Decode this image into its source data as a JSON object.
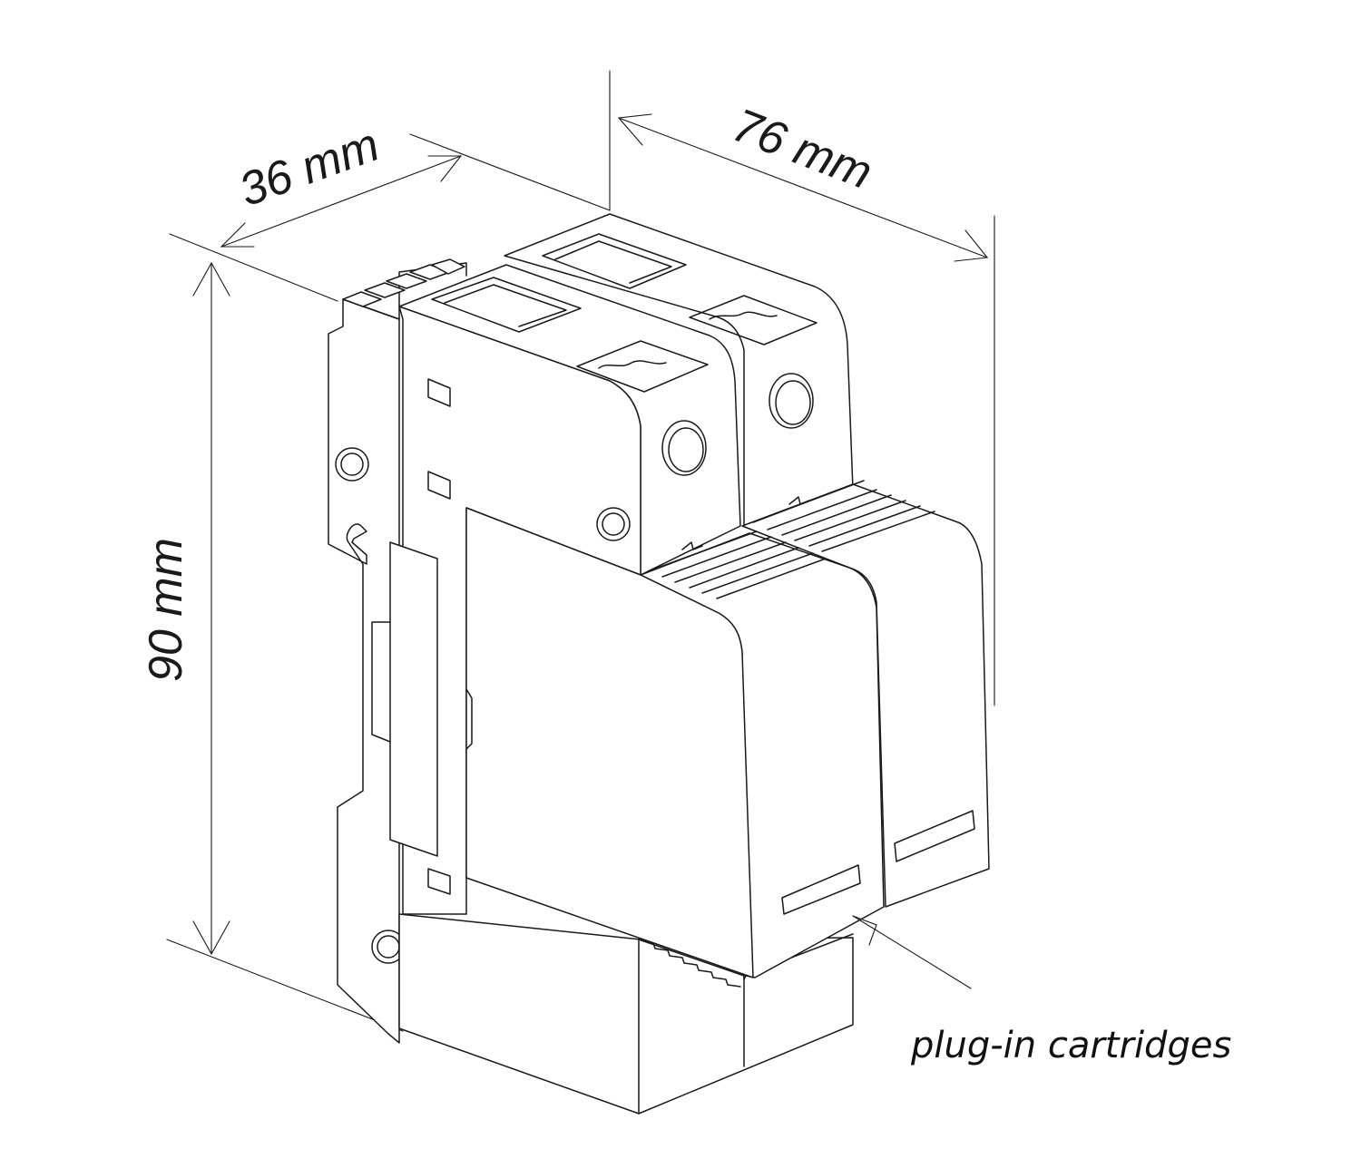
{
  "dimensions": {
    "width": "36 mm",
    "depth": "76 mm",
    "height": "90 mm"
  },
  "callout": {
    "label": "plug-in cartridges"
  },
  "style": {
    "line_color": "#1a1a1a",
    "background": "#ffffff"
  }
}
